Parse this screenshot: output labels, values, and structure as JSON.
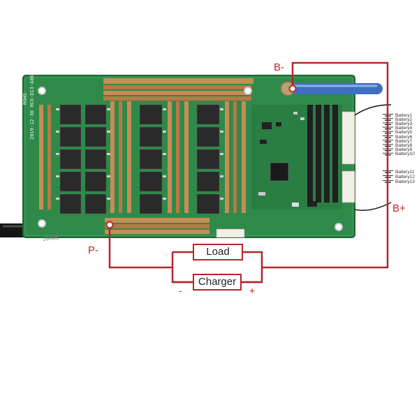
{
  "terminals": {
    "b_minus": "B-",
    "b_plus": "B+",
    "p_minus": "P-",
    "minus": "-",
    "plus": "+"
  },
  "boxes": {
    "load": "Load",
    "charger": "Charger"
  },
  "batteries": [
    "Battery1",
    "Battery2",
    "Battery3",
    "Battery4",
    "Battery5",
    "Battery6",
    "Battery7",
    "Battery8",
    "Battery9",
    "Battery10",
    "Battery11",
    "Battery12",
    "Battery13"
  ],
  "board_silkscreen": {
    "rohs": "ROHS",
    "date": "2019-12-30 HCX-D13-A06",
    "cable_marking": "10AWG"
  },
  "colors": {
    "wire": "#b3262b",
    "pcb": "#2f8a4a",
    "copper": "#c98c55",
    "mosfet": "#2a2a2a",
    "cable_blue": "#3f6fc0"
  }
}
